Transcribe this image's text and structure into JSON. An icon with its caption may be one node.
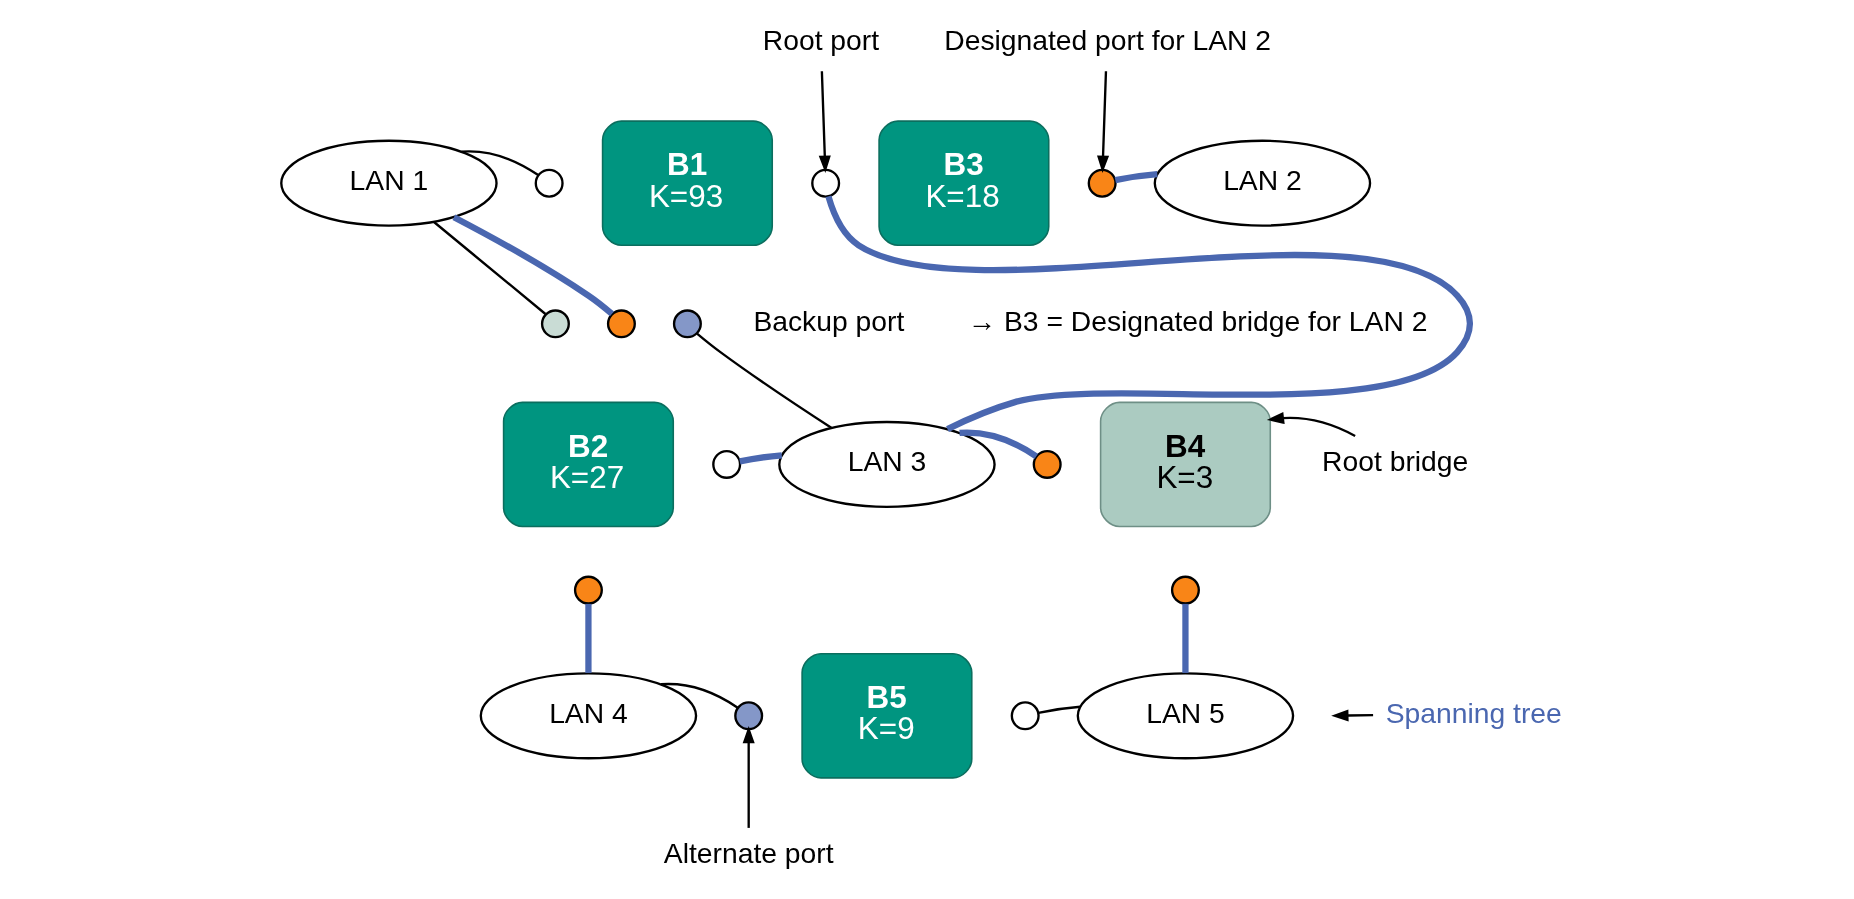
{
  "diagram": {
    "nodes": [
      {
        "text": [
          "LAN 1"
        ]
      },
      {
        "text": [
          "B1",
          "K=93"
        ]
      },
      {
        "text": [
          "B3",
          "K=18"
        ]
      },
      {
        "text": [
          "LAN 2"
        ]
      },
      {
        "text": [
          "B2",
          "K=27"
        ]
      },
      {
        "text": [
          "LAN 3"
        ]
      },
      {
        "text": [
          "B4",
          "K=3"
        ]
      },
      {
        "text": [
          "LAN 4"
        ]
      },
      {
        "text": [
          "B5",
          "K=9"
        ]
      },
      {
        "text": [
          "LAN 5"
        ]
      },
      {
        "text": [],
        "shape": "circle"
      },
      {
        "text": [],
        "shape": "circle"
      },
      {
        "text": [],
        "shape": "circle"
      },
      {
        "text": [],
        "shape": "circle"
      },
      {
        "text": [],
        "shape": "circle"
      },
      {
        "text": [],
        "shape": "circle"
      },
      {
        "text": [],
        "shape": "circle"
      },
      {
        "text": [],
        "shape": "circle"
      },
      {
        "text": [],
        "shape": "circle"
      },
      {
        "text": [],
        "shape": "circle"
      },
      {
        "text": [],
        "shape": "circle"
      },
      {
        "text": [],
        "shape": "circle"
      },
      {
        "text": [
          "Root port"
        ]
      },
      {
        "text": [
          "Designated port for LAN 2"
        ]
      },
      {
        "text": [
          "Root bridge"
        ]
      },
      {
        "text": [
          "Spanning tree"
        ]
      },
      {
        "text": [
          "Alternate port"
        ]
      }
    ],
    "edges": [
      {
        "from": 0,
        "to": 10,
        "arrow": "none"
      },
      {
        "from": 0,
        "to": 14,
        "arrow": "none"
      },
      {
        "from": 0,
        "to": 15,
        "arrow": "none",
        "style": "thick",
        "color": "#4a67b0"
      },
      {
        "from": 11,
        "to": 5,
        "arrow": "none"
      },
      {
        "from": 16,
        "to": 5,
        "arrow": "none",
        "style": "thick",
        "color": "#4a67b0"
      },
      {
        "from": 5,
        "to": 12,
        "arrow": "none",
        "style": "thick",
        "color": "#4a67b0"
      },
      {
        "from": 5,
        "to": 18,
        "arrow": "none",
        "style": "thick",
        "color": "#4a67b0"
      },
      {
        "from": 13,
        "to": 3,
        "arrow": "none",
        "style": "thick",
        "color": "#4a67b0"
      },
      {
        "from": 17,
        "to": 7,
        "arrow": "none",
        "style": "thick",
        "color": "#4a67b0"
      },
      {
        "from": 7,
        "to": 20,
        "arrow": "none"
      },
      {
        "from": 21,
        "to": 9,
        "arrow": "none"
      },
      {
        "from": 19,
        "to": 9,
        "arrow": "none",
        "style": "thick",
        "color": "#4a67b0"
      },
      {
        "from": 22,
        "to": 12,
        "arrow": "to"
      },
      {
        "from": 23,
        "to": 13,
        "arrow": "to"
      },
      {
        "from": 24,
        "to": 6,
        "arrow": "to"
      },
      {
        "from": 25,
        "to": null,
        "arrow": "to"
      },
      {
        "from": 26,
        "to": 20,
        "arrow": "to"
      }
    ],
    "labels": [
      "Backup port",
      "→ B3 = Designated bridge for LAN 2"
    ]
  }
}
